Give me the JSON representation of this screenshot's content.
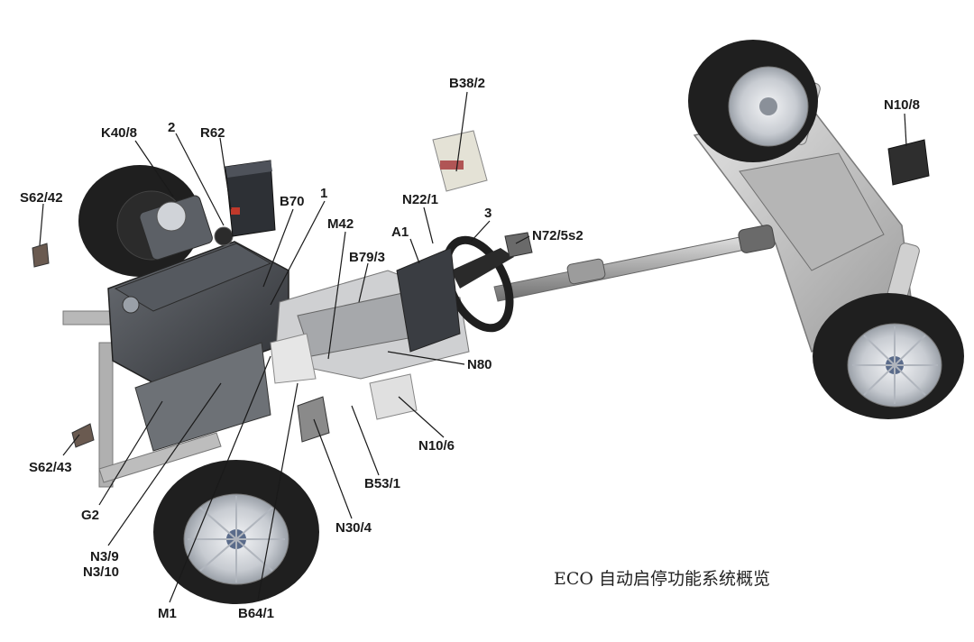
{
  "caption": "ECO 自动启停功能系统概览",
  "labels": {
    "B38_2": "B38/2",
    "N10_8": "N10/8",
    "K40_8": "K40/8",
    "num2": "2",
    "R62": "R62",
    "S62_42": "S62/42",
    "B70": "B70",
    "num1": "1",
    "M42": "M42",
    "N22_1": "N22/1",
    "num3": "3",
    "A1": "A1",
    "N72_5s2": "N72/5s2",
    "B79_3": "B79/3",
    "N80": "N80",
    "N10_6": "N10/6",
    "B53_1": "B53/1",
    "N30_4": "N30/4",
    "S62_43": "S62/43",
    "G2": "G2",
    "N3_9": "N3/9",
    "N3_10": "N3/10",
    "M1": "M1",
    "B64_1": "B64/1"
  },
  "colors": {
    "chassis": "#c9c9c9",
    "chassis_dark": "#8d8d8d",
    "tire": "#1f1f1f",
    "rim": "#d8dbe0",
    "engine": "#4a4d52",
    "accent_red": "#c0392b"
  }
}
